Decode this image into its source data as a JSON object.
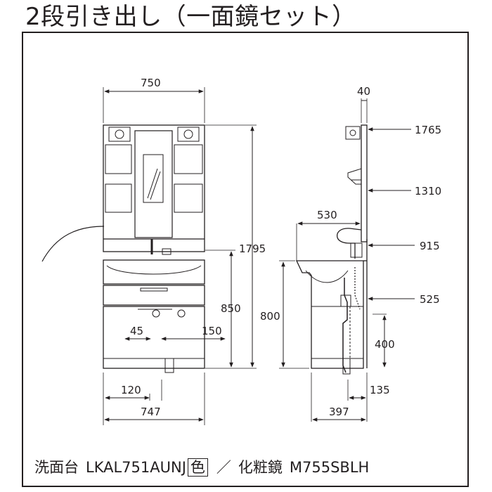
{
  "title": "2段引き出し（一面鏡セット）",
  "footer": {
    "vanity_label": "洗面台",
    "vanity_model": "LKAL751AUNJ",
    "color_box": "色",
    "separator": "／",
    "mirror_label": "化粧鏡",
    "mirror_model": "M755SBLH"
  },
  "dims": {
    "front_top_width": "750",
    "front_bottom_width": "747",
    "total_height": "1795",
    "counter_height": "850",
    "offset_45": "45",
    "offset_150": "150",
    "offset_120": "120",
    "side_top": "40",
    "side_1765": "1765",
    "side_1310": "1310",
    "side_depth": "530",
    "side_915": "915",
    "side_525": "525",
    "side_800": "800",
    "side_400": "400",
    "side_135": "135",
    "side_397": "397"
  }
}
